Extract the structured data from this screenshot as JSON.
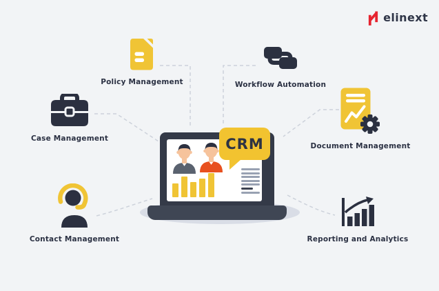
{
  "page": {
    "background": "#f2f4f6",
    "type": "crm-features-infographic"
  },
  "logo": {
    "brand": "elinext",
    "icon": "elinext-n-icon",
    "icon_color": "#e62430",
    "text_color": "#2f3547"
  },
  "center": {
    "bubble_label": "CRM",
    "bubble_color": "#f2c330",
    "bubble_text_color": "#2d3343",
    "illustration": "laptop-with-contacts-and-bar-chart"
  },
  "features": [
    {
      "label": "Policy Management",
      "icon": "policy-document-icon",
      "icon_color": "#f0c435"
    },
    {
      "label": "Workflow Automation",
      "icon": "chain-links-icon",
      "icon_color": "#2b3040"
    },
    {
      "label": "Case Management",
      "icon": "briefcase-icon",
      "icon_color": "#2b3040"
    },
    {
      "label": "Document Management",
      "icon": "document-gear-icon",
      "icon_color": "#f0c435"
    },
    {
      "label": "Contact Management",
      "icon": "headset-agent-icon",
      "icon_color": "#2b3040"
    },
    {
      "label": "Reporting and Analytics",
      "icon": "growth-chart-icon",
      "icon_color": "#2b3040"
    }
  ],
  "colors": {
    "accent_yellow": "#f2c330",
    "dark_navy": "#2b3040",
    "orange_shirt": "#e8501f",
    "gray_shirt": "#5a626f",
    "skin": "#f6c39c",
    "connector_line": "#cdd2db",
    "label_text": "#2b3143",
    "laptop_frame": "#343a48",
    "laptop_base": "#3f4654",
    "shadow": "#d9dde6",
    "screen_text_lines": "#98a1b2"
  }
}
